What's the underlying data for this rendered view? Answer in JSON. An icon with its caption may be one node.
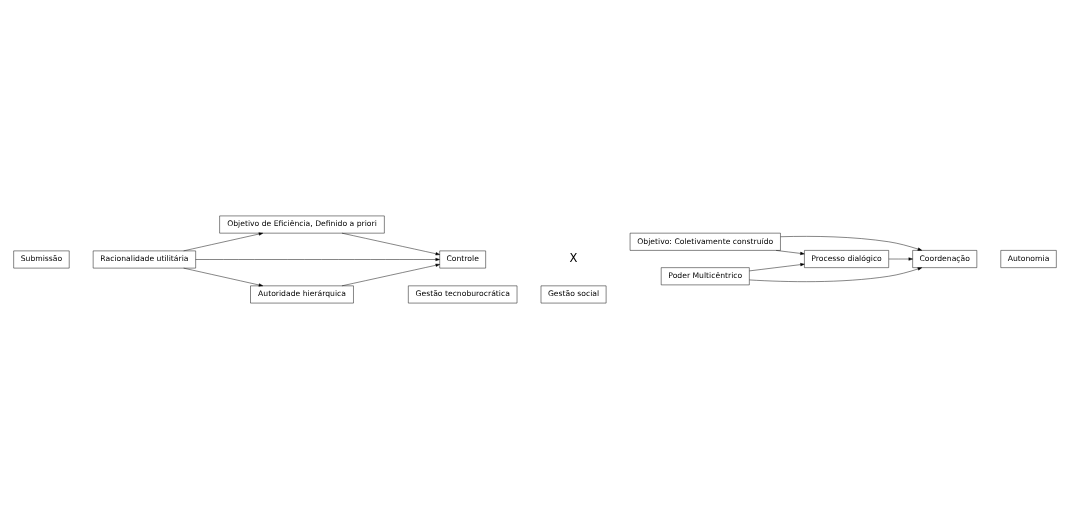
{
  "diagram": {
    "nodes": [
      {
        "text": [
          "Submissão"
        ]
      },
      {
        "text": [
          "Objetivo de Eficiência, Definido a priori"
        ]
      },
      {
        "text": [
          "Racionalidade utilitária"
        ]
      },
      {
        "text": [
          "Autoridade hierárquica"
        ]
      },
      {
        "text": [
          "Controle"
        ]
      },
      {
        "text": [
          "Coordenação"
        ]
      },
      {
        "text": [
          "Objetivo: Coletivamente construído"
        ]
      },
      {
        "text": [
          "Processo dialógico"
        ]
      },
      {
        "text": [
          "Poder Multicêntrico"
        ]
      },
      {
        "text": [
          "Autonomia"
        ]
      },
      {
        "text": [
          "Gestão tecnoburocrática"
        ]
      },
      {
        "text": [
          "Gestão social"
        ]
      }
    ],
    "edges": [
      {
        "from": 2,
        "to": 1,
        "arrow": "to"
      },
      {
        "from": 2,
        "to": 3,
        "arrow": "to"
      },
      {
        "from": 1,
        "to": 4,
        "arrow": "to"
      },
      {
        "from": 2,
        "to": 4,
        "arrow": "to"
      },
      {
        "from": 3,
        "to": 4,
        "arrow": "to"
      },
      {
        "from": 6,
        "to": 5,
        "arrow": "to"
      },
      {
        "from": 6,
        "to": 7,
        "arrow": "to"
      },
      {
        "from": 7,
        "to": 5,
        "arrow": "to"
      },
      {
        "from": 8,
        "to": 5,
        "arrow": "to"
      },
      {
        "from": 8,
        "to": 7,
        "arrow": "to"
      }
    ],
    "labels": [
      "X"
    ]
  }
}
